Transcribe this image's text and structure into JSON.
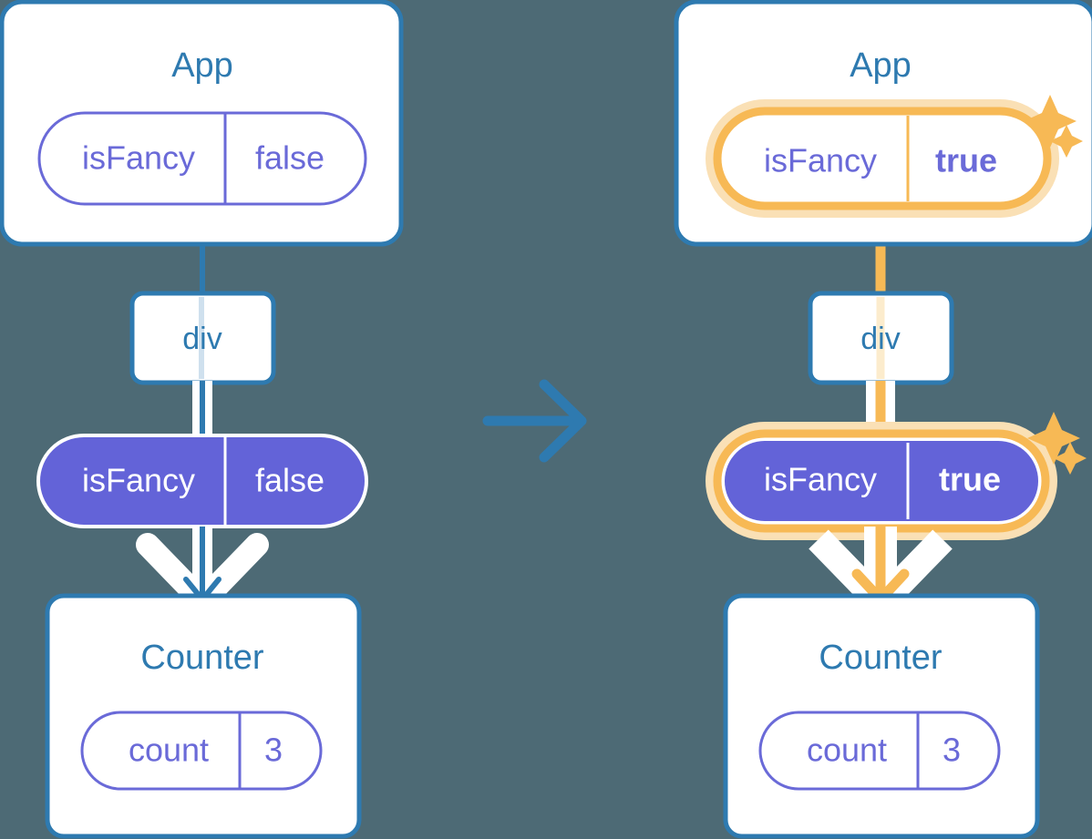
{
  "meta": {
    "background_color": "#4d6a75",
    "card_fill": "#ffffff",
    "card_stroke": "#2e7ab0",
    "title_color": "#2e7ab0",
    "prop_purple": "#6a6ad8",
    "prop_fill_purple": "#6363d8",
    "highlight_orange": "#f7b955",
    "highlight_glow": "#fae0b5",
    "white": "#ffffff"
  },
  "transition_arrow": {
    "icon": "arrow-right-icon",
    "color": "#2e7ab0"
  },
  "panels": [
    {
      "id": "before",
      "app": {
        "title": "App",
        "prop": {
          "name": "isFancy",
          "value": "false",
          "style": "outline",
          "highlighted": false,
          "value_bold": false
        }
      },
      "div": {
        "label": "div"
      },
      "prop_pill": {
        "name": "isFancy",
        "value": "false",
        "style": "filled",
        "highlighted": false,
        "value_bold": false
      },
      "counter": {
        "title": "Counter",
        "prop": {
          "name": "count",
          "value": "3",
          "style": "outline",
          "highlighted": false,
          "value_bold": false
        }
      },
      "connector_color": "#2e7ab0",
      "sparkles": false
    },
    {
      "id": "after",
      "app": {
        "title": "App",
        "prop": {
          "name": "isFancy",
          "value": "true",
          "style": "outline",
          "highlighted": true,
          "value_bold": true
        }
      },
      "div": {
        "label": "div"
      },
      "prop_pill": {
        "name": "isFancy",
        "value": "true",
        "style": "filled",
        "highlighted": true,
        "value_bold": true
      },
      "counter": {
        "title": "Counter",
        "prop": {
          "name": "count",
          "value": "3",
          "style": "outline",
          "highlighted": false,
          "value_bold": false
        }
      },
      "connector_color": "#f7b955",
      "sparkles": true
    }
  ]
}
